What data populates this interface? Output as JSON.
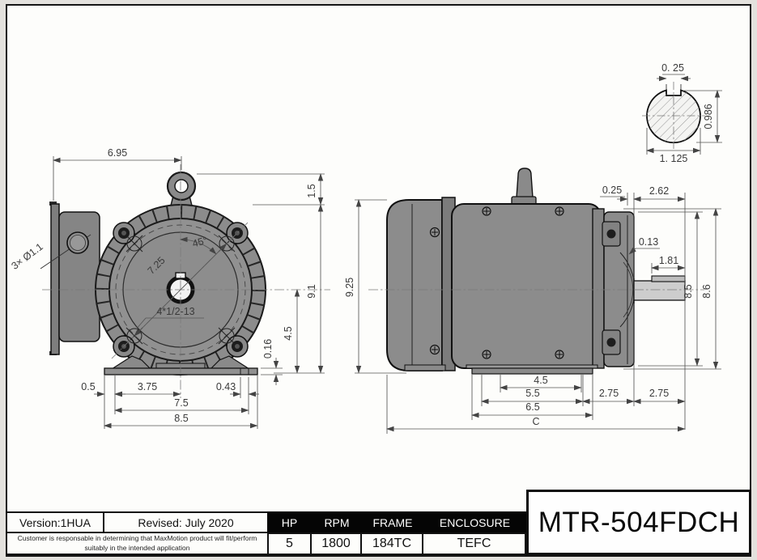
{
  "drawing": {
    "front": {
      "dim_width": "6.95",
      "dim_eyebolt": "1.5",
      "dim_height": "9.1",
      "dim_center_height": "4.5",
      "dim_foot_pad": "0.16",
      "dim_conduit": "3× Ø1.1",
      "dim_bolt_circle": "7.25",
      "dim_angle": "45°",
      "dim_taps": "4*1/2-13",
      "dim_foot_edge": "0.5",
      "dim_foot_pos": "3.75",
      "dim_slot": "0.43",
      "dim_foot_span": "7.5",
      "dim_base": "8.5"
    },
    "side": {
      "dim_height": "9.25",
      "dim_flange_lip": "0.25",
      "dim_shaft_len": "2.62",
      "dim_lip": "0.13",
      "dim_key_len": "1.81",
      "dim_d1": "8.5",
      "dim_d2": "8.6",
      "dim_foot1": "4.5",
      "dim_foot2": "5.5",
      "dim_foot3": "6.5",
      "dim_ext1": "2.75",
      "dim_ext2": "2.75",
      "dim_overall": "C"
    },
    "section": {
      "dim_key_w": "0. 25",
      "dim_flat": "0.986",
      "dim_dia": "1. 125"
    }
  },
  "titleblock": {
    "version": "Version:1HUA",
    "revised": "Revised: July 2020",
    "disclaimer_1": "Customer is responsable in determining that MaxMotion product will fit/perform",
    "disclaimer_2": "suitably in the intended application",
    "headers": [
      "HP",
      "RPM",
      "FRAME",
      "ENCLOSURE"
    ],
    "values": [
      "5",
      "1800",
      "184TC",
      "TEFC"
    ],
    "part_number": "MTR-504FDCH"
  },
  "colors": {
    "body_gray": "#8c8c8c",
    "outline": "#1a1a1a",
    "dim_text": "#3a3a3a",
    "header_bg": "#050505",
    "shaft_gray": "#cdcdcd"
  }
}
